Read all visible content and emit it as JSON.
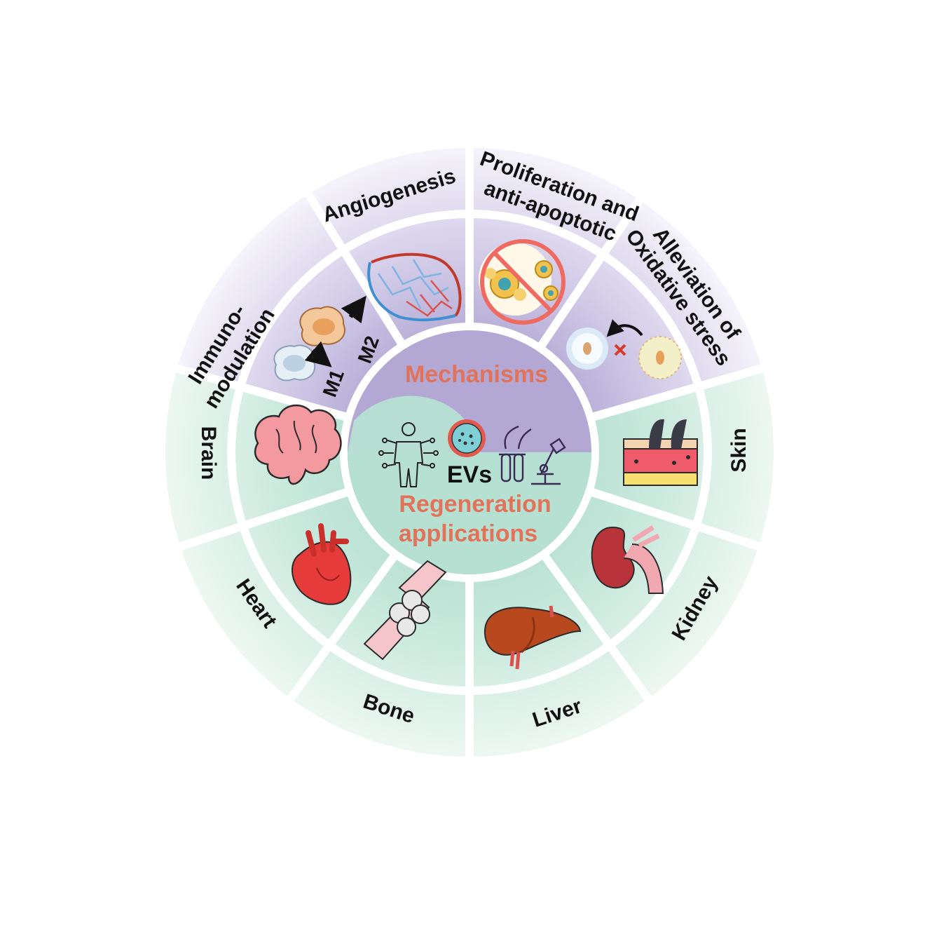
{
  "center": {
    "mechanisms_label": "Mechanisms",
    "evs_label": "EVs",
    "regen_line1": "Regeneration",
    "regen_line2": "applications"
  },
  "mechanisms": [
    {
      "lines": [
        "Immuno-",
        "modulation"
      ],
      "icon": "macrophage-polarization-icon",
      "sub": [
        "M1",
        "M2"
      ]
    },
    {
      "lines": [
        "Angiogenesis"
      ],
      "icon": "blood-vessel-network-icon"
    },
    {
      "lines": [
        "Proliferation and",
        "anti-apoptotic"
      ],
      "icon": "no-apoptosis-icon"
    },
    {
      "lines": [
        "Alleviation of",
        "Oxidative stress"
      ],
      "icon": "oxidative-stress-cell-icon"
    }
  ],
  "applications": [
    {
      "label": "Skin",
      "icon": "skin-layers-icon"
    },
    {
      "label": "Kidney",
      "icon": "kidney-icon"
    },
    {
      "label": "Liver",
      "icon": "liver-icon"
    },
    {
      "label": "Bone",
      "icon": "bone-joint-icon"
    },
    {
      "label": "Heart",
      "icon": "heart-icon"
    },
    {
      "label": "Brain",
      "icon": "brain-icon"
    }
  ],
  "colors": {
    "mechanism_dark": "#b2a8d3",
    "mechanism_light": "#f2f0f8",
    "application_dark": "#b6e0d2",
    "application_light": "#e8f5f0",
    "title_accent": "#e2735a"
  }
}
